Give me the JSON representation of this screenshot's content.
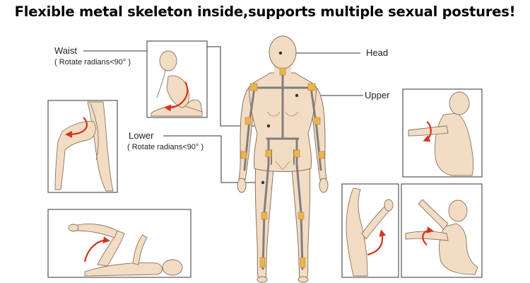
{
  "headline": "Flexible metal skeleton inside,supports multiple sexual postures!",
  "callouts": {
    "waist": {
      "label": "Waist",
      "note": "( Rotate radians<90° )"
    },
    "lower": {
      "label": "Lower",
      "note": "( Rotate radians<90° )"
    },
    "head": {
      "label": "Head"
    },
    "upper": {
      "label": "Upper"
    }
  },
  "colors": {
    "skin": "#f3dcc4",
    "outline": "#8a7461",
    "skeleton": "#7f7f7f",
    "joint": "#e9b54f",
    "arrow": "#d6321e",
    "panel_border": "#333333",
    "line": "#333333"
  }
}
